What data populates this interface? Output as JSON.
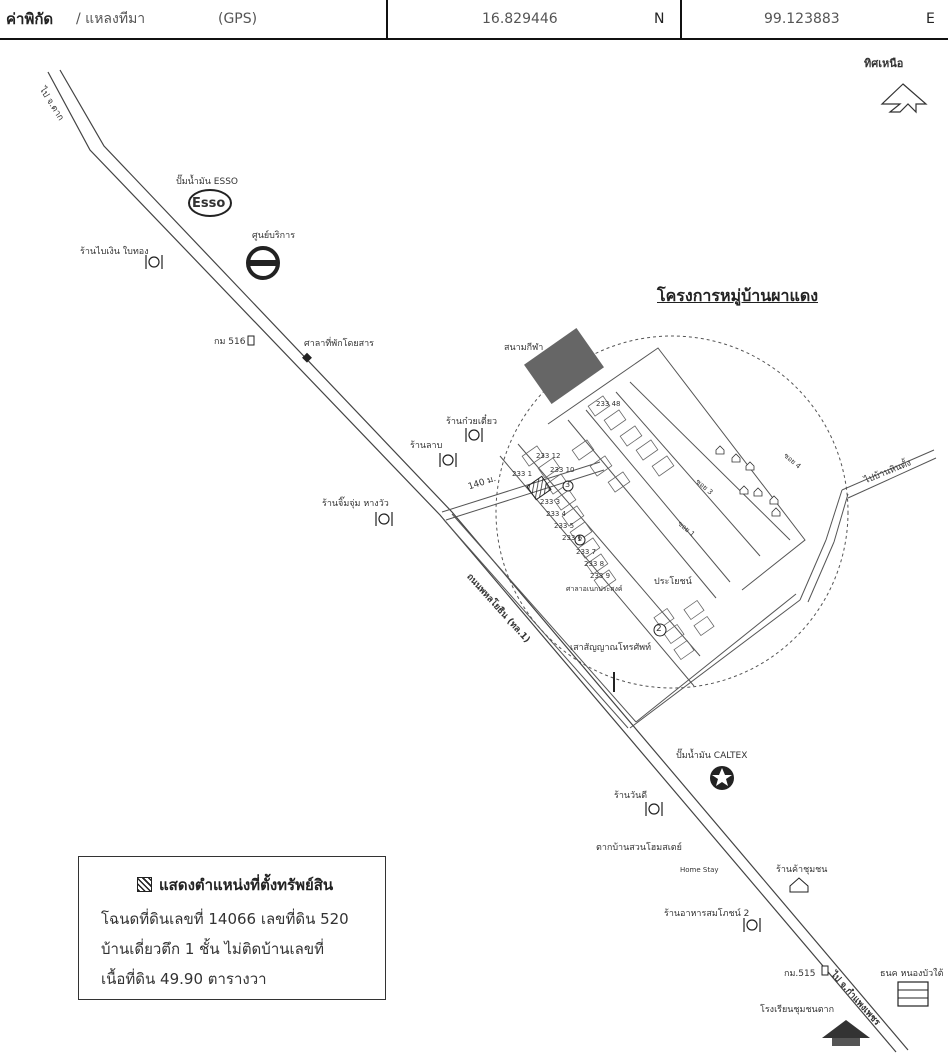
{
  "header": {
    "coord_label_bold": "ค่าพิกัด",
    "coord_label_rest": " / แหลงทีมา",
    "gps": "(GPS)",
    "lat_value": "16.829446",
    "lat_dir": "N",
    "lon_value": "99.123883",
    "lon_dir": "E"
  },
  "north": {
    "label": "ทิศเหนือ"
  },
  "project_title": "โครงการหมู่บ้านผาแดง",
  "roads": {
    "to_tak": "ไป จ.ตาก",
    "to_kamphaeng": "ไป จ.กำแพงเพชร",
    "phahon": "ถนนพหลโยธิน (ทล.1)",
    "side_road": "ไปบ้านหินตั้ง",
    "distance": "140 ม.",
    "soi1": "ซอย 1",
    "soi3": "ซอย 3",
    "soi4": "ซอย 4",
    "km516": "กม 516",
    "km515": "กม.515"
  },
  "landmarks": {
    "esso": "ปั๊มน้ำมัน ESSO",
    "esso_logo": "Esso",
    "service_center": "ศูนย์บริการ",
    "restaurant_noodle_rice": "ร้านไบเงิน ใบทอง",
    "bus_stop": "ศาลาที่พักโดยสาร",
    "sports_field": "สนามกีฬา",
    "noodle_shop": "ร้านก๋วยเตี๋ยว",
    "larb_shop": "ร้านลาบ",
    "jiaw_shop": "ร้านจิ๊มจุ่ม หางวัว",
    "public_benefit": "ประโยชน์",
    "community_hall": "ศาลาอเนกประสงค์",
    "phone_mast": "เสาสัญญาณโทรศัพท์",
    "caltex": "ปั๊มน้ำมัน CALTEX",
    "wandee": "ร้านวันดี",
    "homestay": "ตากบ้านสวนโฮมสเตย์",
    "homestay_en": "Home Stay",
    "grocery": "ร้านค้าชุมชน",
    "restaurant2": "ร้านอาหารสมโภชน์ 2",
    "bank": "ธนค หนองบัวใต้",
    "school": "โรงเรียนชุมชนตาก"
  },
  "plots": {
    "p233_48": "233 48",
    "p233_12": "233 12",
    "p233_10": "233 10",
    "p233_1": "233 1",
    "p233_3": "233 3",
    "p233_4": "233 4",
    "p233_5": "233 5",
    "p233_6": "233 6",
    "p233_7": "233 7",
    "p233_8": "233 8",
    "p233_9": "233 9",
    "n1": "1",
    "n2": "2",
    "n3": "3"
  },
  "legend": {
    "title": "แสดงตำแหน่งที่ตั้งทรัพย์สิน",
    "line1": "โฉนดที่ดินเลขที่ 14066 เลขที่ดิน 520",
    "line2": "บ้านเดี่ยวตึก 1 ชั้น  ไม่ติดบ้านเลขที่",
    "line3": "เนื้อที่ดิน 49.90  ตารางวา"
  }
}
